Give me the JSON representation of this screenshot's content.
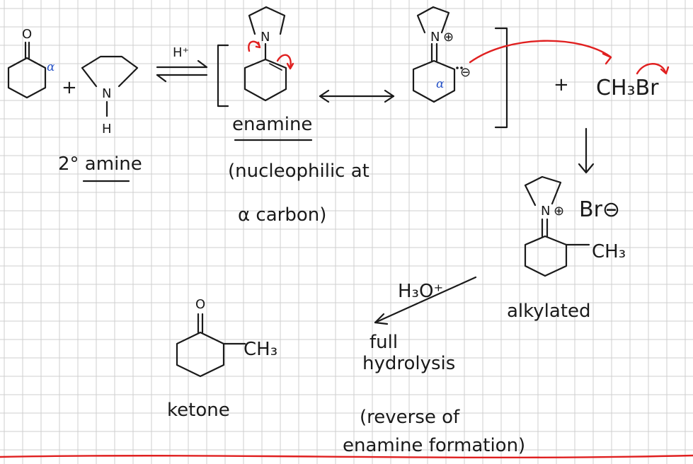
{
  "colors": {
    "ink": "#1a1a1a",
    "arrow": "#e02020",
    "alpha_mark": "#2a55c8",
    "grid": "#cfcfcf"
  },
  "labels": {
    "oxygen": "O",
    "alpha": "α",
    "plus": "+",
    "nitrogen": "N",
    "hydrogen": "H",
    "acid": "H⁺",
    "secondary_amine": "2° amine",
    "enamine": "enamine",
    "nucleophilic_line1": "(nucleophilic at",
    "nucleophilic_line2": "α  carbon)",
    "iminium_plus": "⊕",
    "carbanion_minus": "⊖",
    "methyl_bromide": "CH₃Br",
    "bromide": "Br⊖",
    "methyl": "CH₃",
    "alkylated": "alkylated",
    "hydronium": "H₃O⁺",
    "full_hydrolysis_line1": "full",
    "full_hydrolysis_line2": "hydrolysis",
    "reverse_line1": "(reverse of",
    "reverse_line2": "enamine formation)",
    "ketone": "ketone"
  }
}
